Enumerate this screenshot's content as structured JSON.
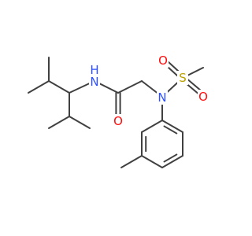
{
  "structure": {
    "atoms": {
      "amide_n": {
        "text": "N",
        "sub": "H",
        "color": "#3050f8"
      },
      "carbonyl_o": {
        "text": "O",
        "color": "#ff0d0d"
      },
      "sulfonamide_n": {
        "text": "N",
        "color": "#3050f8"
      },
      "sulfur": {
        "text": "S",
        "color": "#b8a200"
      },
      "sulfonyl_o_top": {
        "text": "O",
        "color": "#ff0d0d"
      },
      "sulfonyl_o_bottom": {
        "text": "O",
        "color": "#ff0d0d"
      }
    }
  }
}
